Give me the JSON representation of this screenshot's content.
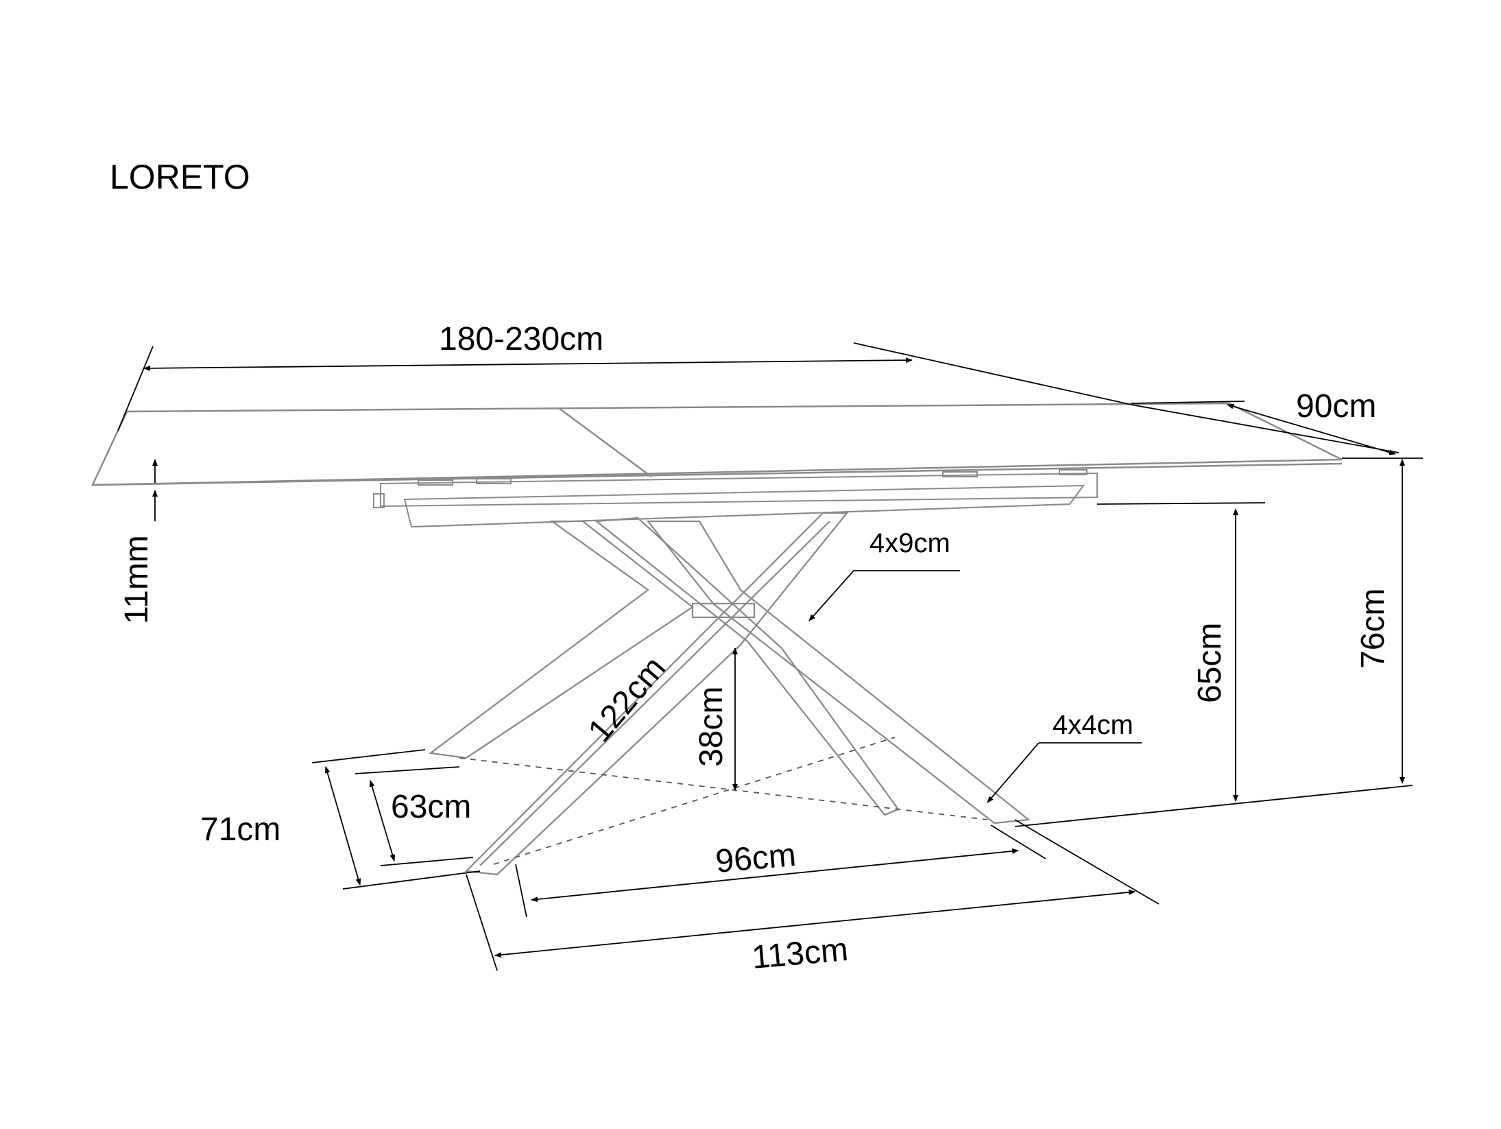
{
  "title": "LORETO",
  "dimensions": {
    "top_length": "180-230cm",
    "top_width": "90cm",
    "top_thickness": "11mm",
    "leg_profile": "4x9cm",
    "total_height": "76cm",
    "leg_height": "65cm",
    "leg_length": "122cm",
    "base_height": "38cm",
    "foot_profile": "4x4cm",
    "base_depth_outer": "71cm",
    "base_depth_inner": "63cm",
    "base_span_inner": "96cm",
    "base_span_outer": "113cm"
  },
  "colors": {
    "line": "#000000",
    "outline": "#8a8a8a",
    "background": "#ffffff"
  }
}
